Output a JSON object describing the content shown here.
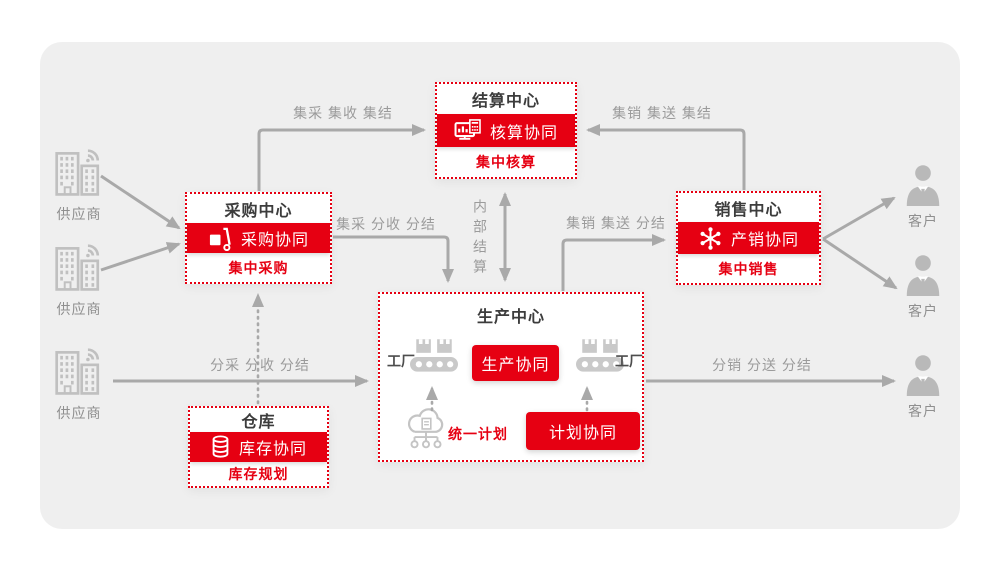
{
  "page": {
    "background": "#ffffff",
    "panel_color": "#efefef",
    "accent_red": "#e60012",
    "arrow_color": "#a9a9a9"
  },
  "centers": {
    "settlement": {
      "title": "结算中心",
      "banner_label": "核算协同",
      "banner_icon": "calculator-computer-icon",
      "sub_label": "集中核算"
    },
    "procurement": {
      "title": "采购中心",
      "banner_label": "采购协同",
      "banner_icon": "handtruck-icon",
      "sub_label": "集中采购"
    },
    "sales": {
      "title": "销售中心",
      "banner_label": "产销协同",
      "banner_icon": "network-icon",
      "sub_label": "集中销售"
    },
    "warehouse": {
      "title": "仓库",
      "banner_label": "库存协同",
      "banner_icon": "database-icon",
      "sub_label": "库存规划"
    },
    "production": {
      "title": "生产中心",
      "factory_left": "工厂",
      "factory_right": "工厂",
      "banner_label": "生产协同",
      "plan_text": "统一计划",
      "plan_banner_label": "计划协同",
      "factory_icon": "factory-conveyor-icon",
      "plan_icon": "cloud-network-icon"
    }
  },
  "actors": {
    "suppliers": [
      {
        "label": "供应商"
      },
      {
        "label": "供应商"
      },
      {
        "label": "供应商"
      }
    ],
    "customers": [
      {
        "label": "客户"
      },
      {
        "label": "客户"
      },
      {
        "label": "客户"
      }
    ]
  },
  "flows": {
    "procurement_to_settlement": "集采 集收 集结",
    "sales_to_settlement": "集销 集送 集结",
    "procurement_to_production": "集采 分收 分结",
    "production_to_sales": "集销 集送 分结",
    "internal_settlement": "内部结算",
    "supplier_to_production": "分采 分收 分结",
    "production_to_customer": "分销 分送 分结"
  }
}
